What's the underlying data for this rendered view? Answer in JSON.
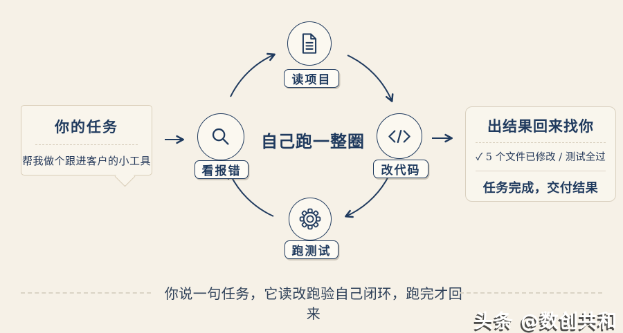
{
  "colors": {
    "background": "#f6f1e7",
    "navy": "#1f3a5e",
    "card_border": "#d9cdb7",
    "card_fill": "#f9f5ec",
    "divider_dashed": "#d5cbb8"
  },
  "task_card": {
    "title": "你的任务",
    "body": "帮我做个跟进客户的小工具"
  },
  "cycle": {
    "center_label": "自己跑一整圈",
    "nodes": [
      {
        "label": "读项目",
        "icon": "document-icon",
        "position": "top"
      },
      {
        "label": "改代码",
        "icon": "code-icon",
        "position": "right"
      },
      {
        "label": "跑测试",
        "icon": "gear-icon",
        "position": "bottom"
      },
      {
        "label": "看报错",
        "icon": "search-icon",
        "position": "left"
      }
    ]
  },
  "result_card": {
    "title": "出结果回来找你",
    "check_mark": "✓",
    "check_text": "5 个文件已修改 / 测试全过",
    "summary": "任务完成，交付结果"
  },
  "caption": "你说一句任务，它读改跑验自己闭环，跑完才回来",
  "watermark": "头条 @数创共和"
}
